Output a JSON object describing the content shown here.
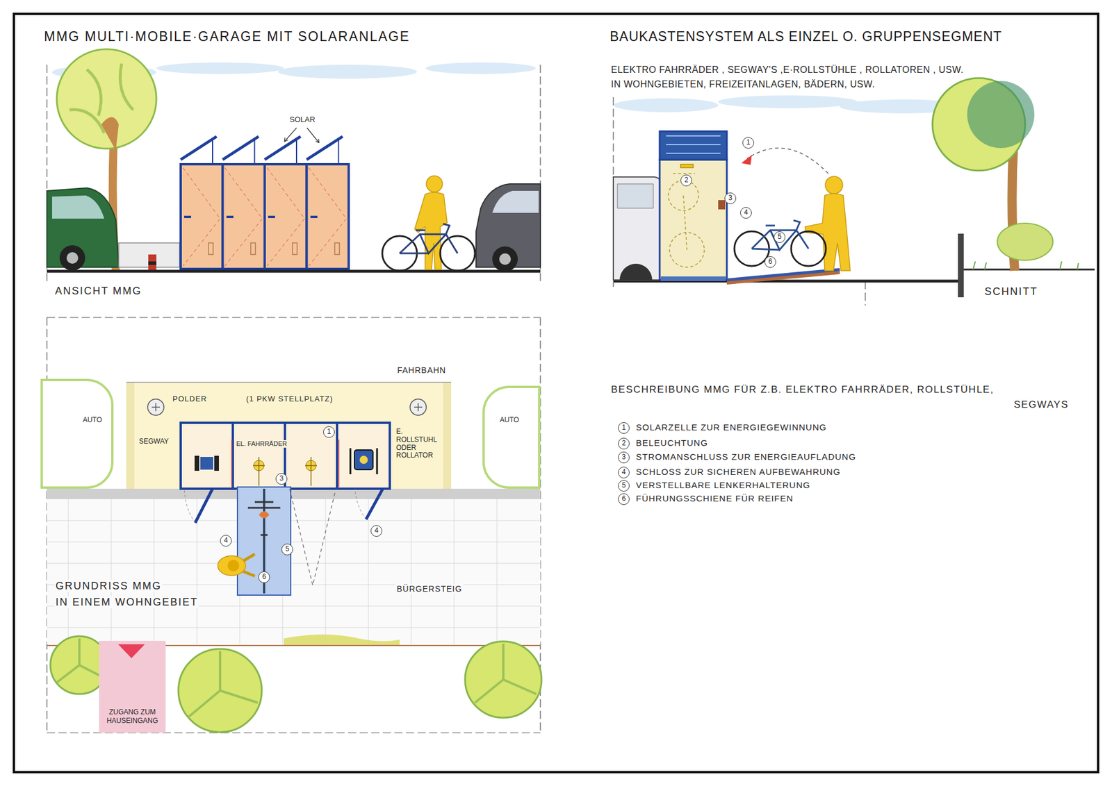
{
  "diagram": {
    "title": "MMG MULTI·MOBILE·GARAGE MIT SOLARANLAGE",
    "nodes": [
      {
        "text": [
          "AUTO"
        ]
      },
      {
        "text": [
          "AUTO"
        ]
      },
      {
        "text": [
          "ZUGANG ZUM HAUSEINGANG"
        ]
      }
    ],
    "labels": [
      "BAUKASTENSYSTEM ALS EINZEL O. GRUPPENSEGMENT",
      "ELEKTRO FAHRRÄDER , SEGWAY'S ,E·ROLLSTÜHLE , ROLLATOREN , USW.",
      "IN WOHNGEBIETEN, FREIZEITANLAGEN, BÄDERN, USW.",
      "SOLAR",
      "1",
      "2",
      "3",
      "4",
      "5",
      "6",
      "ANSICHT MMG",
      "SCHNITT",
      "FAHRBAHN",
      "POLDER",
      "(1 PKW STELLPLATZ)",
      "SEGWAY",
      "EL. FAHRRÄDER",
      "1",
      "E. ROLLSTUHL ODER ROLLATOR",
      "3",
      "4",
      "4",
      "5",
      "6",
      "BESCHREIBUNG MMG FÜR Z.B. ELEKTRO FAHRRÄDER, ROLLSTÜHLE,",
      "SEGWAYS",
      "1",
      "SOLARZELLE ZUR ENERGIEGEWINNUNG",
      "2",
      "BELEUCHTUNG",
      "3",
      "STROMANSCHLUSS ZUR ENERGIEAUFLADUNG",
      "4",
      "SCHLOSS ZUR SICHEREN AUFBEWAHRUNG",
      "5",
      "VERSTELLBARE LENKERHALTERUNG",
      "6",
      "FÜHRUNGSSCHIENE FÜR REIFEN",
      "GRUNDRISS MMG",
      "IN EINEM WOHNGEBIET",
      "BÜRGERSTEIG"
    ]
  }
}
